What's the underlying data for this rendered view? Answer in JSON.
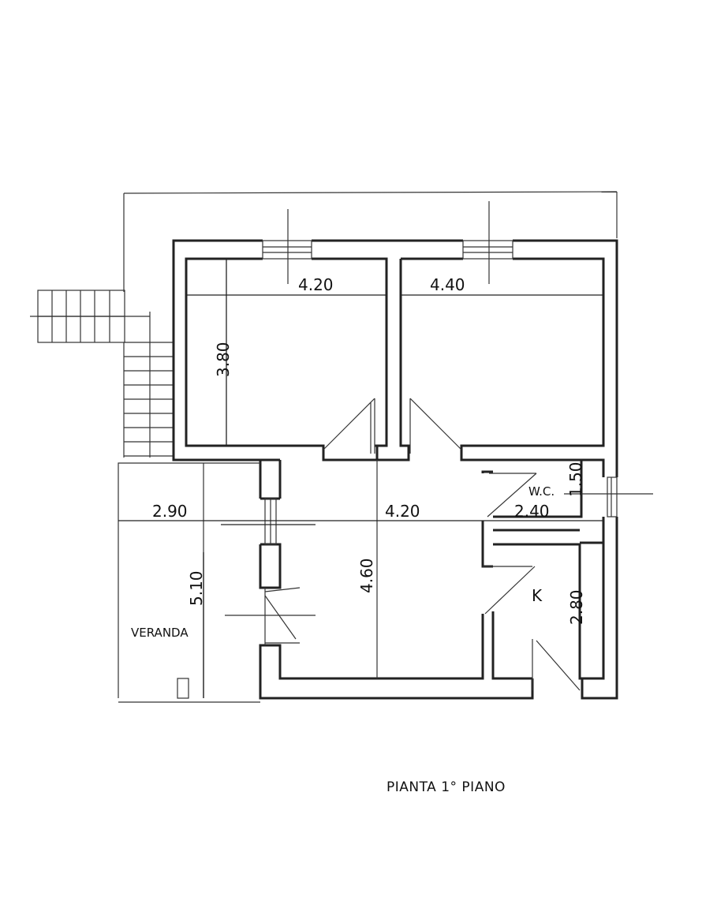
{
  "title": "PIANTA 1° PIANO",
  "dimensions": {
    "room1_width": "4.20",
    "room2_width": "4.40",
    "room1_depth": "3.80",
    "veranda_width": "2.90",
    "living_width": "4.20",
    "wc_width": "2.40",
    "wc_depth": "1.50",
    "veranda_depth": "5.10",
    "living_depth": "4.60",
    "kitchen_depth": "2.80"
  },
  "rooms": {
    "veranda": "VERANDA",
    "wc": "W.C.",
    "kitchen": "K"
  },
  "colors": {
    "ink": "#222222",
    "paper": "#ffffff"
  }
}
